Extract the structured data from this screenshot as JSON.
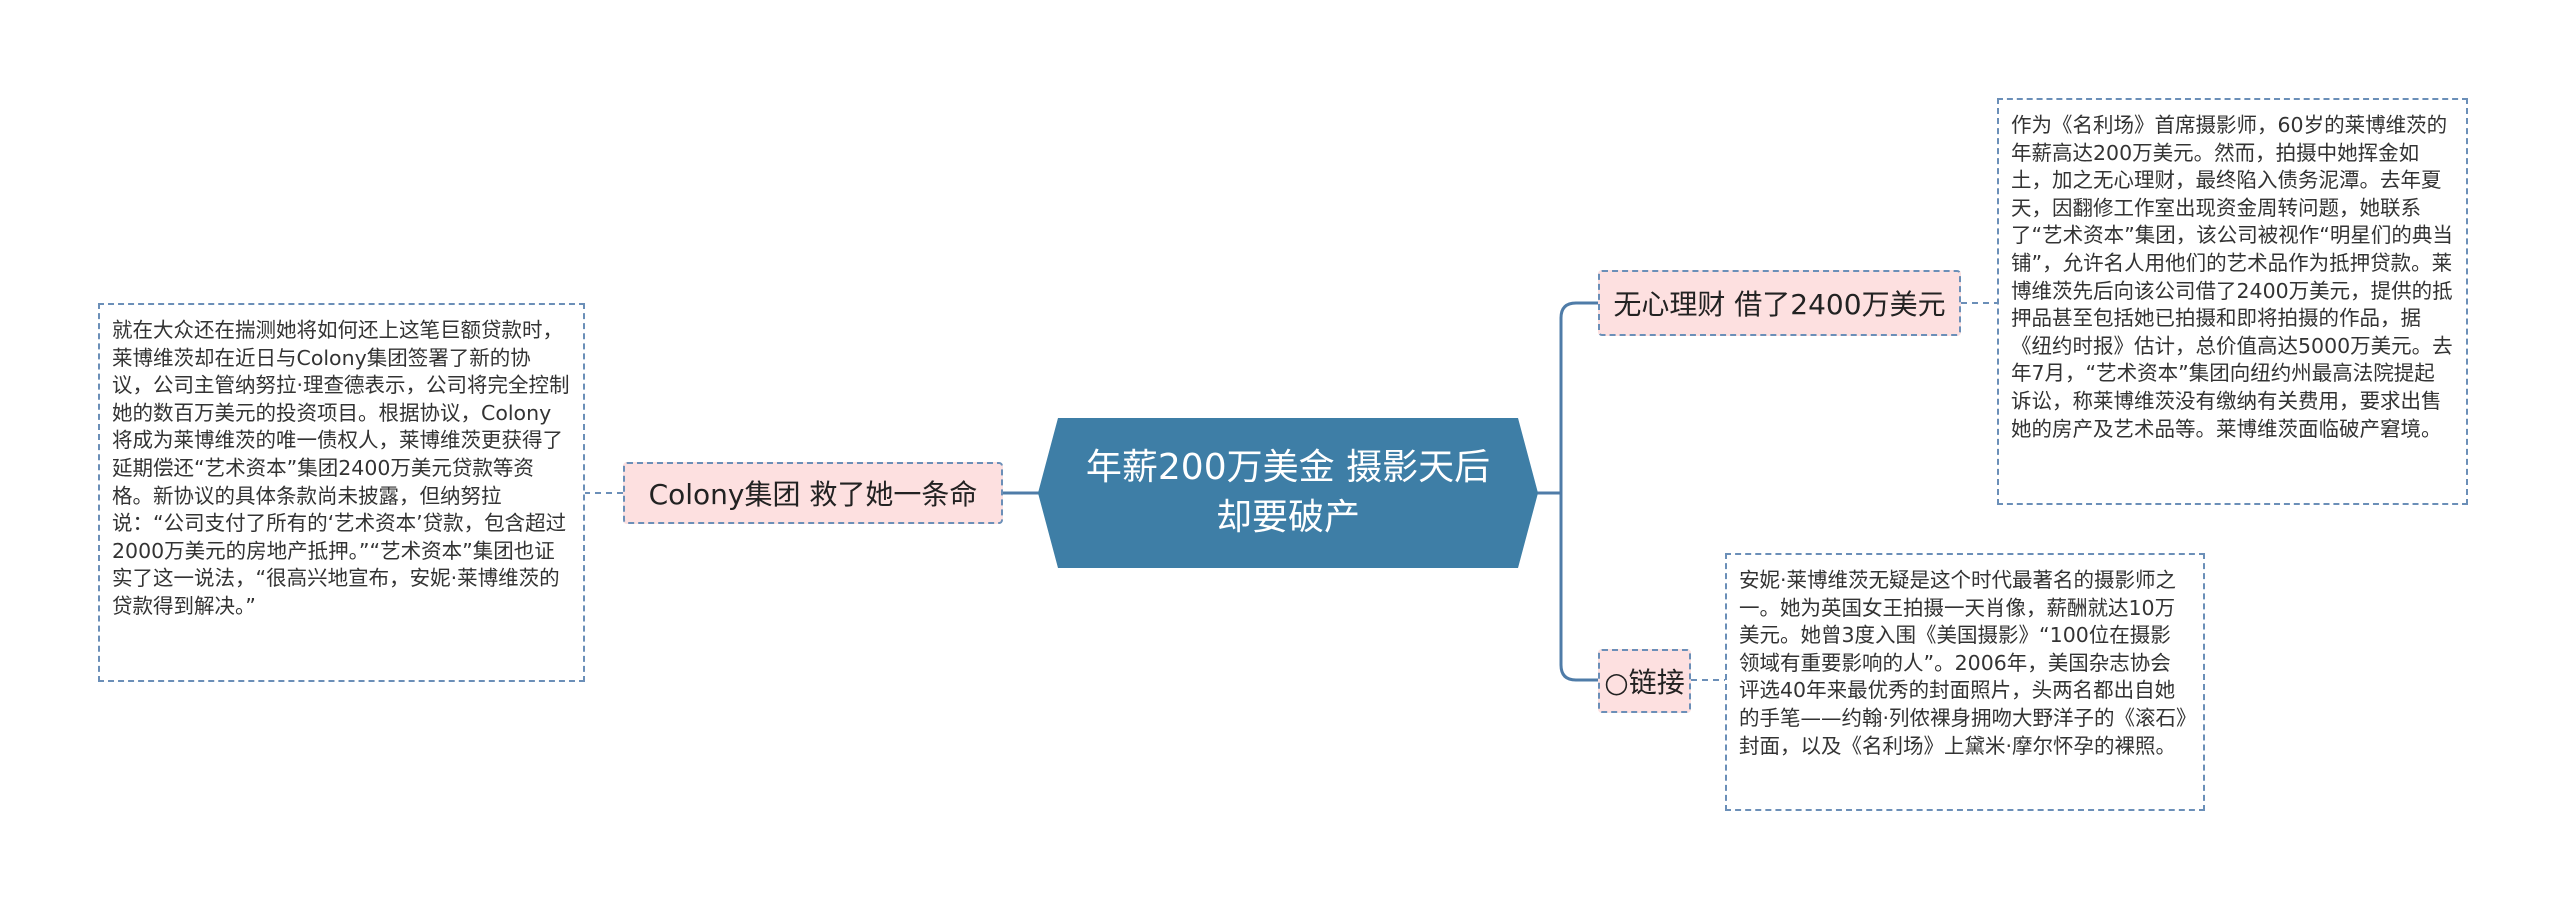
{
  "colors": {
    "center_fill": "#3e7ea6",
    "topic_fill": "#fde0e0",
    "border": "#6b8fb8",
    "edge": "#4f7ca8",
    "text": "#333333"
  },
  "center": {
    "title": "年薪200万美金 摄影天后却要破产"
  },
  "branches": {
    "left": {
      "topic": "Colony集团 救了她一条命",
      "note": "就在大众还在揣测她将如何还上这笔巨额贷款时，莱博维茨却在近日与Colony集团签署了新的协议，公司主管纳努拉·理查德表示，公司将完全控制她的数百万美元的投资项目。根据协议，Colony将成为莱博维茨的唯一债权人，莱博维茨更获得了延期偿还“艺术资本”集团2400万美元贷款等资格。新协议的具体条款尚未披露，但纳努拉说：“公司支付了所有的‘艺术资本’贷款，包含超过2000万美元的房地产抵押。”“艺术资本”集团也证实了这一说法，“很高兴地宣布，安妮·莱博维茨的贷款得到解决。”"
    },
    "right_top": {
      "topic": "无心理财 借了2400万美元",
      "note": "作为《名利场》首席摄影师，60岁的莱博维茨的年薪高达200万美元。然而，拍摄中她挥金如土，加之无心理财，最终陷入债务泥潭。去年夏天，因翻修工作室出现资金周转问题，她联系了“艺术资本”集团，该公司被视作“明星们的典当铺”，允许名人用他们的艺术品作为抵押贷款。莱博维茨先后向该公司借了2400万美元，提供的抵押品甚至包括她已拍摄和即将拍摄的作品，据《纽约时报》估计，总价值高达5000万美元。去年7月，“艺术资本”集团向纽约州最高法院提起诉讼，称莱博维茨没有缴纳有关费用，要求出售她的房产及艺术品等。莱博维茨面临破产窘境。"
    },
    "right_bottom": {
      "topic": "○链接",
      "note": "安妮·莱博维茨无疑是这个时代最著名的摄影师之一。她为英国女王拍摄一天肖像，薪酬就达10万美元。她曾3度入围《美国摄影》“100位在摄影领域有重要影响的人”。2006年，美国杂志协会评选40年来最优秀的封面照片，头两名都出自她的手笔——约翰·列侬裸身拥吻大野洋子的《滚石》封面，以及《名利场》上黛米·摩尔怀孕的裸照。"
    }
  }
}
